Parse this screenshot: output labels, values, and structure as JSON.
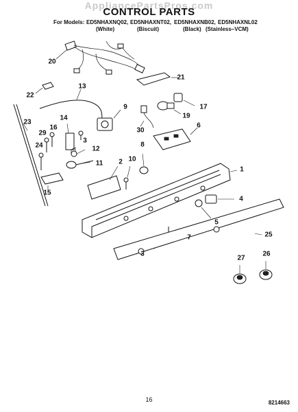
{
  "watermark": "AppliancePartsPros.com",
  "title": "CONTROL PARTS",
  "models_label": "For Models:",
  "models": [
    {
      "code": "ED5NHAXNQ02,",
      "color": "(White)"
    },
    {
      "code": "ED5NHAXNT02,",
      "color": "(Biscuit)"
    },
    {
      "code": "ED5NHAXNB02,",
      "color": "(Black)"
    },
    {
      "code": "ED5NHAXNL02",
      "color": "(Stainless–VCM)"
    }
  ],
  "callouts": [
    "20",
    "21",
    "22",
    "13",
    "9",
    "17",
    "19",
    "30",
    "6",
    "23",
    "14",
    "29",
    "16",
    "3",
    "24",
    "12",
    "8",
    "10",
    "11",
    "2",
    "1",
    "15",
    "4",
    "5",
    "7",
    "25",
    "3",
    "27",
    "26"
  ],
  "page_number": "16",
  "doc_number": "8214663"
}
